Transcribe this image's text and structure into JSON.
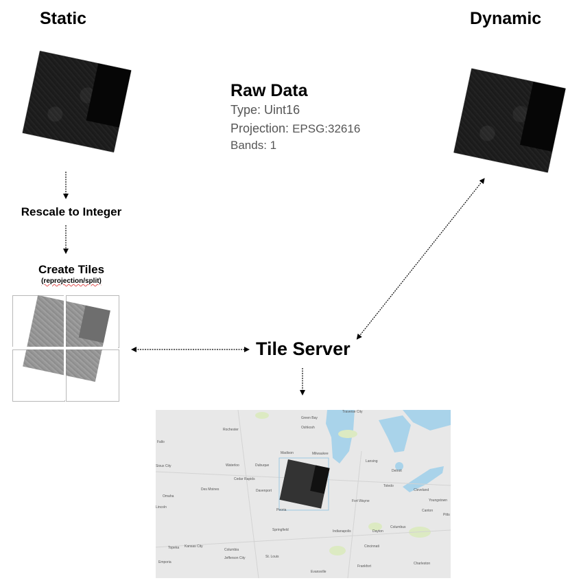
{
  "headings": {
    "static": "Static",
    "dynamic": "Dynamic"
  },
  "raw_data": {
    "title": "Raw Data",
    "type_label": "Type:",
    "type_value": "Uint16",
    "projection_label": "Projection:",
    "projection_value": "EPSG:32616",
    "bands_label": "Bands:",
    "bands_value": "1"
  },
  "steps": {
    "rescale": "Rescale to Integer",
    "create_tiles": "Create Tiles",
    "create_tiles_sub": "(reprojection/split)"
  },
  "tile_server": "Tile Server",
  "map_labels": [
    "Green Bay",
    "Traverse City",
    "Oshkosh",
    "Rochester",
    "Fallo",
    "Madison",
    "Milwaukee",
    "Lansing",
    "Waterloo",
    "Dubuque",
    "Detroit",
    "Sioux City",
    "Cedar Rapids",
    "Toledo",
    "Cleveland",
    "Des Moines",
    "Davenport",
    "Omaha",
    "Youngstown",
    "Fort Wayne",
    "Peoria",
    "Columbus",
    "Springfield",
    "Indianapolis",
    "Dayton",
    "Topeka",
    "Kansas City",
    "Columbia",
    "Cincinnati",
    "Emporia",
    "Jefferson City",
    "St. Louis",
    "Frankfort",
    "Charleston",
    "Evansville",
    "Canton",
    "Pitts",
    "Lincoln"
  ],
  "colors": {
    "map_background": "#e8e8e8",
    "water": "#a9d3ea",
    "green_area": "#dceac2"
  }
}
